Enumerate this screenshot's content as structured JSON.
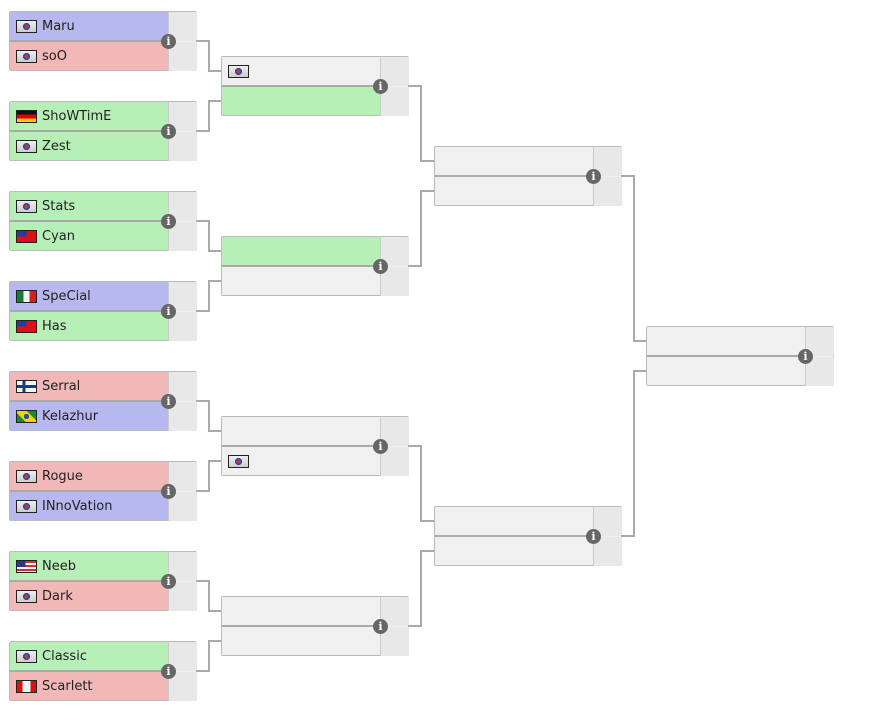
{
  "colors": {
    "win": "#b7f0b7",
    "lose": "#f2b8b8",
    "draw": "#b8b8f0",
    "empty": "#f0f0f0"
  },
  "rounds": [
    {
      "matches": [
        {
          "p": [
            {
              "name": "Maru",
              "flag": "kr",
              "state": "draw"
            },
            {
              "name": "soO",
              "flag": "kr",
              "state": "lose"
            }
          ]
        },
        {
          "p": [
            {
              "name": "ShoWTimE",
              "flag": "de",
              "state": "win"
            },
            {
              "name": "Zest",
              "flag": "kr",
              "state": "win"
            }
          ]
        },
        {
          "p": [
            {
              "name": "Stats",
              "flag": "kr",
              "state": "win"
            },
            {
              "name": "Cyan",
              "flag": "tw",
              "state": "win"
            }
          ]
        },
        {
          "p": [
            {
              "name": "SpeCial",
              "flag": "mx",
              "state": "draw"
            },
            {
              "name": "Has",
              "flag": "tw",
              "state": "win"
            }
          ]
        },
        {
          "p": [
            {
              "name": "Serral",
              "flag": "fi",
              "state": "lose"
            },
            {
              "name": "Kelazhur",
              "flag": "br",
              "state": "draw"
            }
          ]
        },
        {
          "p": [
            {
              "name": "Rogue",
              "flag": "kr",
              "state": "lose"
            },
            {
              "name": "INnoVation",
              "flag": "kr",
              "state": "draw"
            }
          ]
        },
        {
          "p": [
            {
              "name": "Neeb",
              "flag": "us",
              "state": "win"
            },
            {
              "name": "Dark",
              "flag": "kr",
              "state": "lose"
            }
          ]
        },
        {
          "p": [
            {
              "name": "Classic",
              "flag": "kr",
              "state": "win"
            },
            {
              "name": "Scarlett",
              "flag": "ca",
              "state": "lose"
            }
          ]
        }
      ]
    },
    {
      "matches": [
        {
          "p": [
            {
              "name": "",
              "flag": "kr",
              "state": "empty"
            },
            {
              "name": "",
              "flag": "",
              "state": "win"
            }
          ]
        },
        {
          "p": [
            {
              "name": "",
              "flag": "",
              "state": "win"
            },
            {
              "name": "",
              "flag": "",
              "state": "empty"
            }
          ]
        },
        {
          "p": [
            {
              "name": "",
              "flag": "",
              "state": "empty"
            },
            {
              "name": "",
              "flag": "kr",
              "state": "empty"
            }
          ]
        },
        {
          "p": [
            {
              "name": "",
              "flag": "",
              "state": "empty"
            },
            {
              "name": "",
              "flag": "",
              "state": "empty"
            }
          ]
        }
      ]
    },
    {
      "matches": [
        {
          "p": [
            {
              "name": "",
              "flag": "",
              "state": "empty"
            },
            {
              "name": "",
              "flag": "",
              "state": "empty"
            }
          ]
        },
        {
          "p": [
            {
              "name": "",
              "flag": "",
              "state": "empty"
            },
            {
              "name": "",
              "flag": "",
              "state": "empty"
            }
          ]
        }
      ]
    },
    {
      "matches": [
        {
          "p": [
            {
              "name": "",
              "flag": "",
              "state": "empty"
            },
            {
              "name": "",
              "flag": "",
              "state": "empty"
            }
          ]
        }
      ]
    }
  ],
  "info_icon": "i"
}
